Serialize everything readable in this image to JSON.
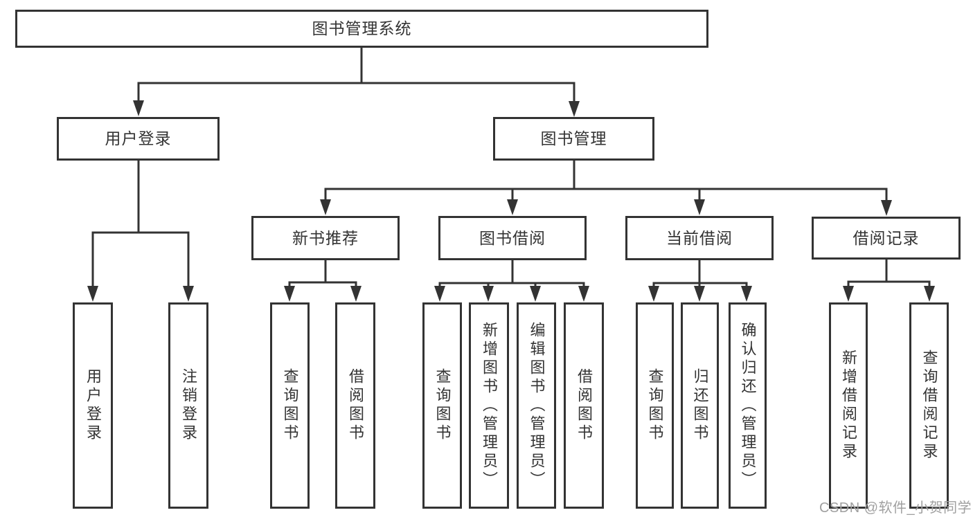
{
  "diagram": {
    "root": {
      "label": "图书管理系统"
    },
    "branches": [
      {
        "label": "用户登录",
        "children": [
          {
            "label": "用户登录"
          },
          {
            "label": "注销登录"
          }
        ]
      },
      {
        "label": "图书管理",
        "sections": [
          {
            "label": "新书推荐",
            "children": [
              {
                "label": "查询图书"
              },
              {
                "label": "借阅图书"
              }
            ]
          },
          {
            "label": "图书借阅",
            "children": [
              {
                "label": "查询图书"
              },
              {
                "label": "新增图书（管理员）"
              },
              {
                "label": "编辑图书（管理员）"
              },
              {
                "label": "借阅图书"
              }
            ]
          },
          {
            "label": "当前借阅",
            "children": [
              {
                "label": "查询图书"
              },
              {
                "label": "归还图书"
              },
              {
                "label": "确认归还（管理员）"
              }
            ]
          },
          {
            "label": "借阅记录",
            "children": [
              {
                "label": "新增借阅记录"
              },
              {
                "label": "查询借阅记录"
              }
            ]
          }
        ]
      }
    ],
    "watermark": "CSDN @软件_小贺同学",
    "colors": {
      "line": "#333333",
      "text": "#333333",
      "box_background": "#ffffff",
      "watermark": "#a0a0a0"
    }
  }
}
